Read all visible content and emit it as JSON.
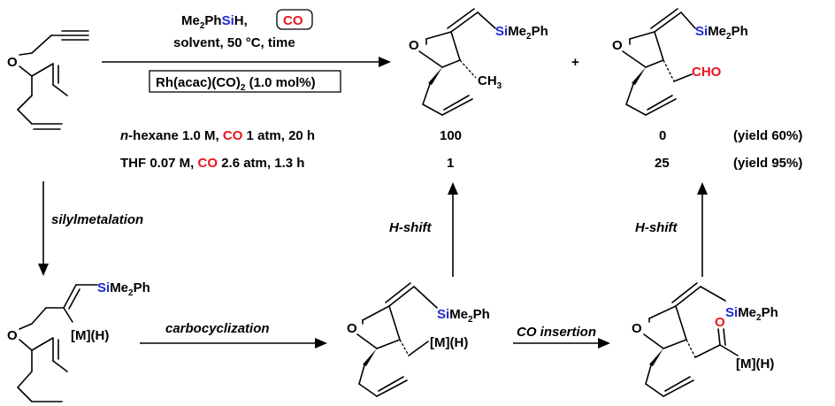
{
  "colors": {
    "co": "#e8141e",
    "si": "#1d2bd6",
    "text": "#000000"
  },
  "reagents": {
    "silane_pre": "Me",
    "silane_sub": "2",
    "silane_ph": "Ph",
    "silane_si": "Si",
    "silane_h": "H,",
    "co": "CO",
    "conditions": "solvent, 50 °C, time",
    "catalyst_pre": "Rh(acac)(CO)",
    "catalyst_sub": "2",
    "catalyst_post": " (1.0 mol%)"
  },
  "atoms": {
    "oxygen": "O",
    "si": "Si",
    "me2ph": "Me",
    "me2ph_sub": "2",
    "me2ph_ph": "Ph",
    "ch3": "CH",
    "ch3_sub": "3",
    "cho": "CHO",
    "metal": "[M](H)"
  },
  "plus": "+",
  "rows": [
    {
      "pre": "n",
      "solvent": "-hexane 1.0 M, ",
      "co": "CO",
      "rest": " 1 atm, 20 h",
      "ratio_a": "100",
      "ratio_b": "0",
      "yield": "(yield 60%)"
    },
    {
      "pre": "",
      "solvent": "THF 0.07 M, ",
      "co": "CO",
      "rest": " 2.6 atm, 1.3 h",
      "ratio_a": "1",
      "ratio_b": "25",
      "yield": "(yield 95%)"
    }
  ],
  "steps": {
    "silylmetalation": "silylmetalation",
    "carbocyclization": "carbocyclization",
    "co_insertion": "CO insertion",
    "h_shift_1": "H-shift",
    "h_shift_2": "H-shift"
  }
}
